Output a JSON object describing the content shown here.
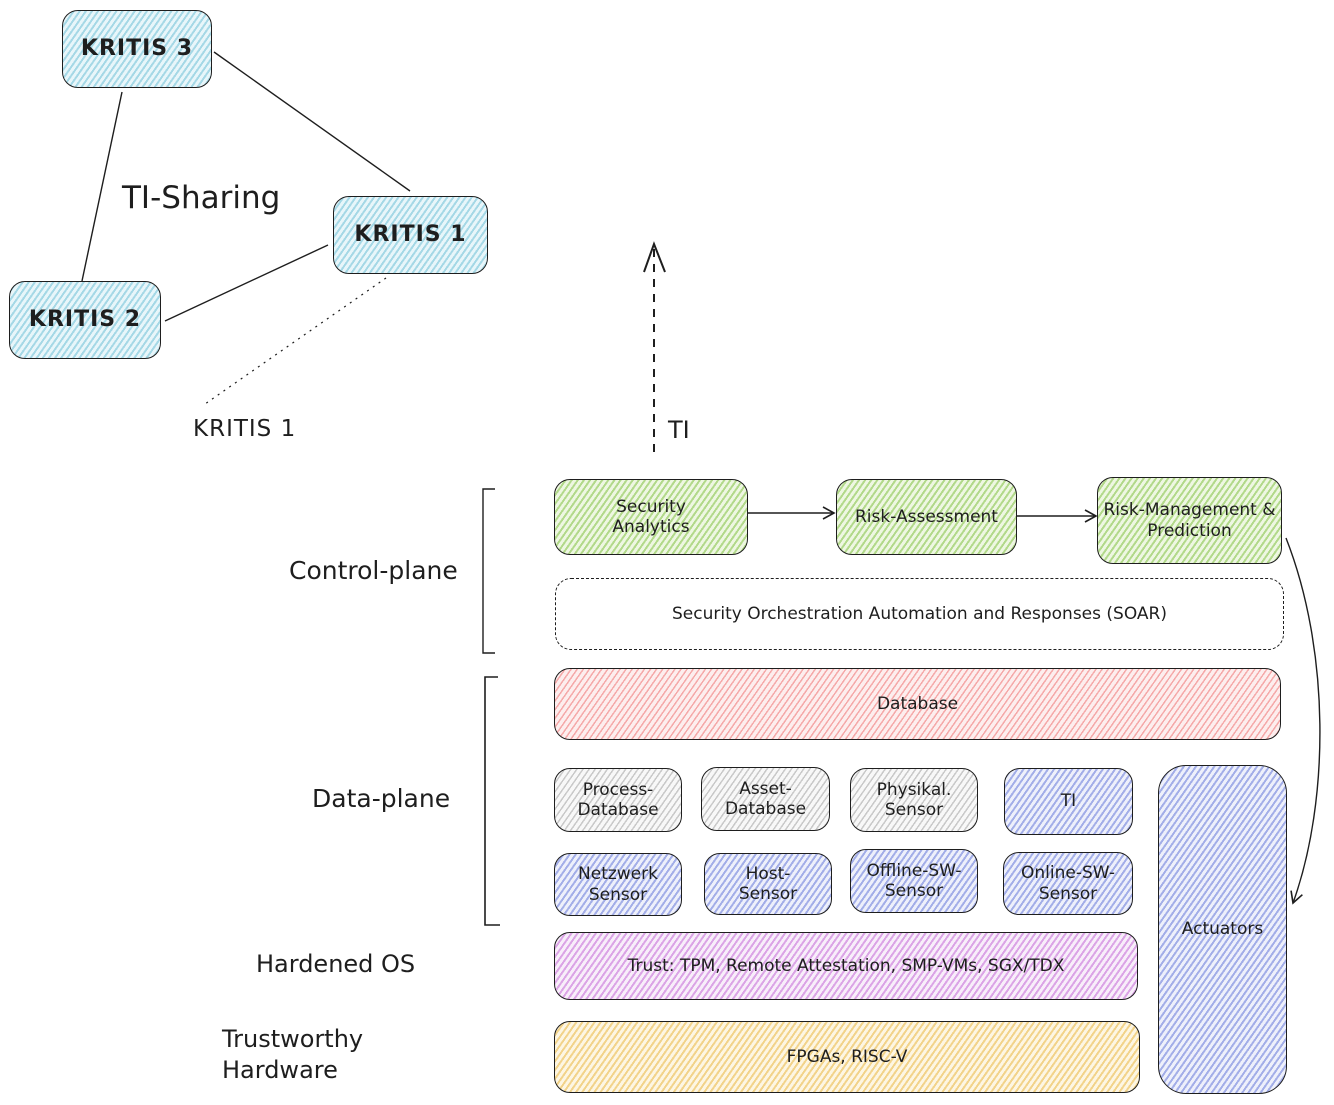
{
  "network": {
    "title": "TI-Sharing",
    "nodes": [
      {
        "id": "kritis3",
        "label": "KRITIS 3"
      },
      {
        "id": "kritis1",
        "label": "KRITIS 1"
      },
      {
        "id": "kritis2",
        "label": "KRITIS 2"
      }
    ],
    "edges": [
      {
        "from": "kritis3",
        "to": "kritis1"
      },
      {
        "from": "kritis3",
        "to": "kritis2"
      },
      {
        "from": "kritis2",
        "to": "kritis1"
      }
    ],
    "zoom_callout": "KRITIS 1",
    "colors": {
      "node_fill": "#a5d8e6"
    }
  },
  "ti_arrow": {
    "label": "TI"
  },
  "layers": {
    "control_plane": "Control-plane",
    "data_plane": "Data-plane",
    "hardened_os": "Hardened OS",
    "trustworthy_hardware": "Trustworthy Hardware"
  },
  "control": {
    "pipeline": [
      {
        "label": "Security Analytics"
      },
      {
        "label": "Risk-Assessment"
      },
      {
        "label": "Risk-Management & Prediction"
      }
    ],
    "soar": "Security Orchestration Automation and Responses (SOAR)",
    "colors": {
      "pipeline": "#b2d98a"
    }
  },
  "data": {
    "database": "Database",
    "row1": [
      {
        "label": "Process-Database",
        "kind": "gray"
      },
      {
        "label": "Asset-Database",
        "kind": "gray"
      },
      {
        "label": "Physikal. Sensor",
        "kind": "gray"
      },
      {
        "label": "TI",
        "kind": "blue"
      }
    ],
    "row2": [
      {
        "label": "Netzwerk Sensor",
        "kind": "blue"
      },
      {
        "label": "Host-Sensor",
        "kind": "blue"
      },
      {
        "label": "Offline-SW-Sensor",
        "kind": "blue"
      },
      {
        "label": "Online-SW-Sensor",
        "kind": "blue"
      }
    ],
    "colors": {
      "database": "#f5a9a9",
      "gray": "#c9c9c9",
      "blue": "#a3aee8"
    }
  },
  "actuators": "Actuators",
  "trust": "Trust: TPM, Remote Attestation, SMP-VMs, SGX/TDX",
  "hardware": "FPGAs, RISC-V",
  "colors": {
    "trust": "#dba4e6",
    "hardware": "#f2d38a",
    "actuators": "#a3aee8"
  }
}
